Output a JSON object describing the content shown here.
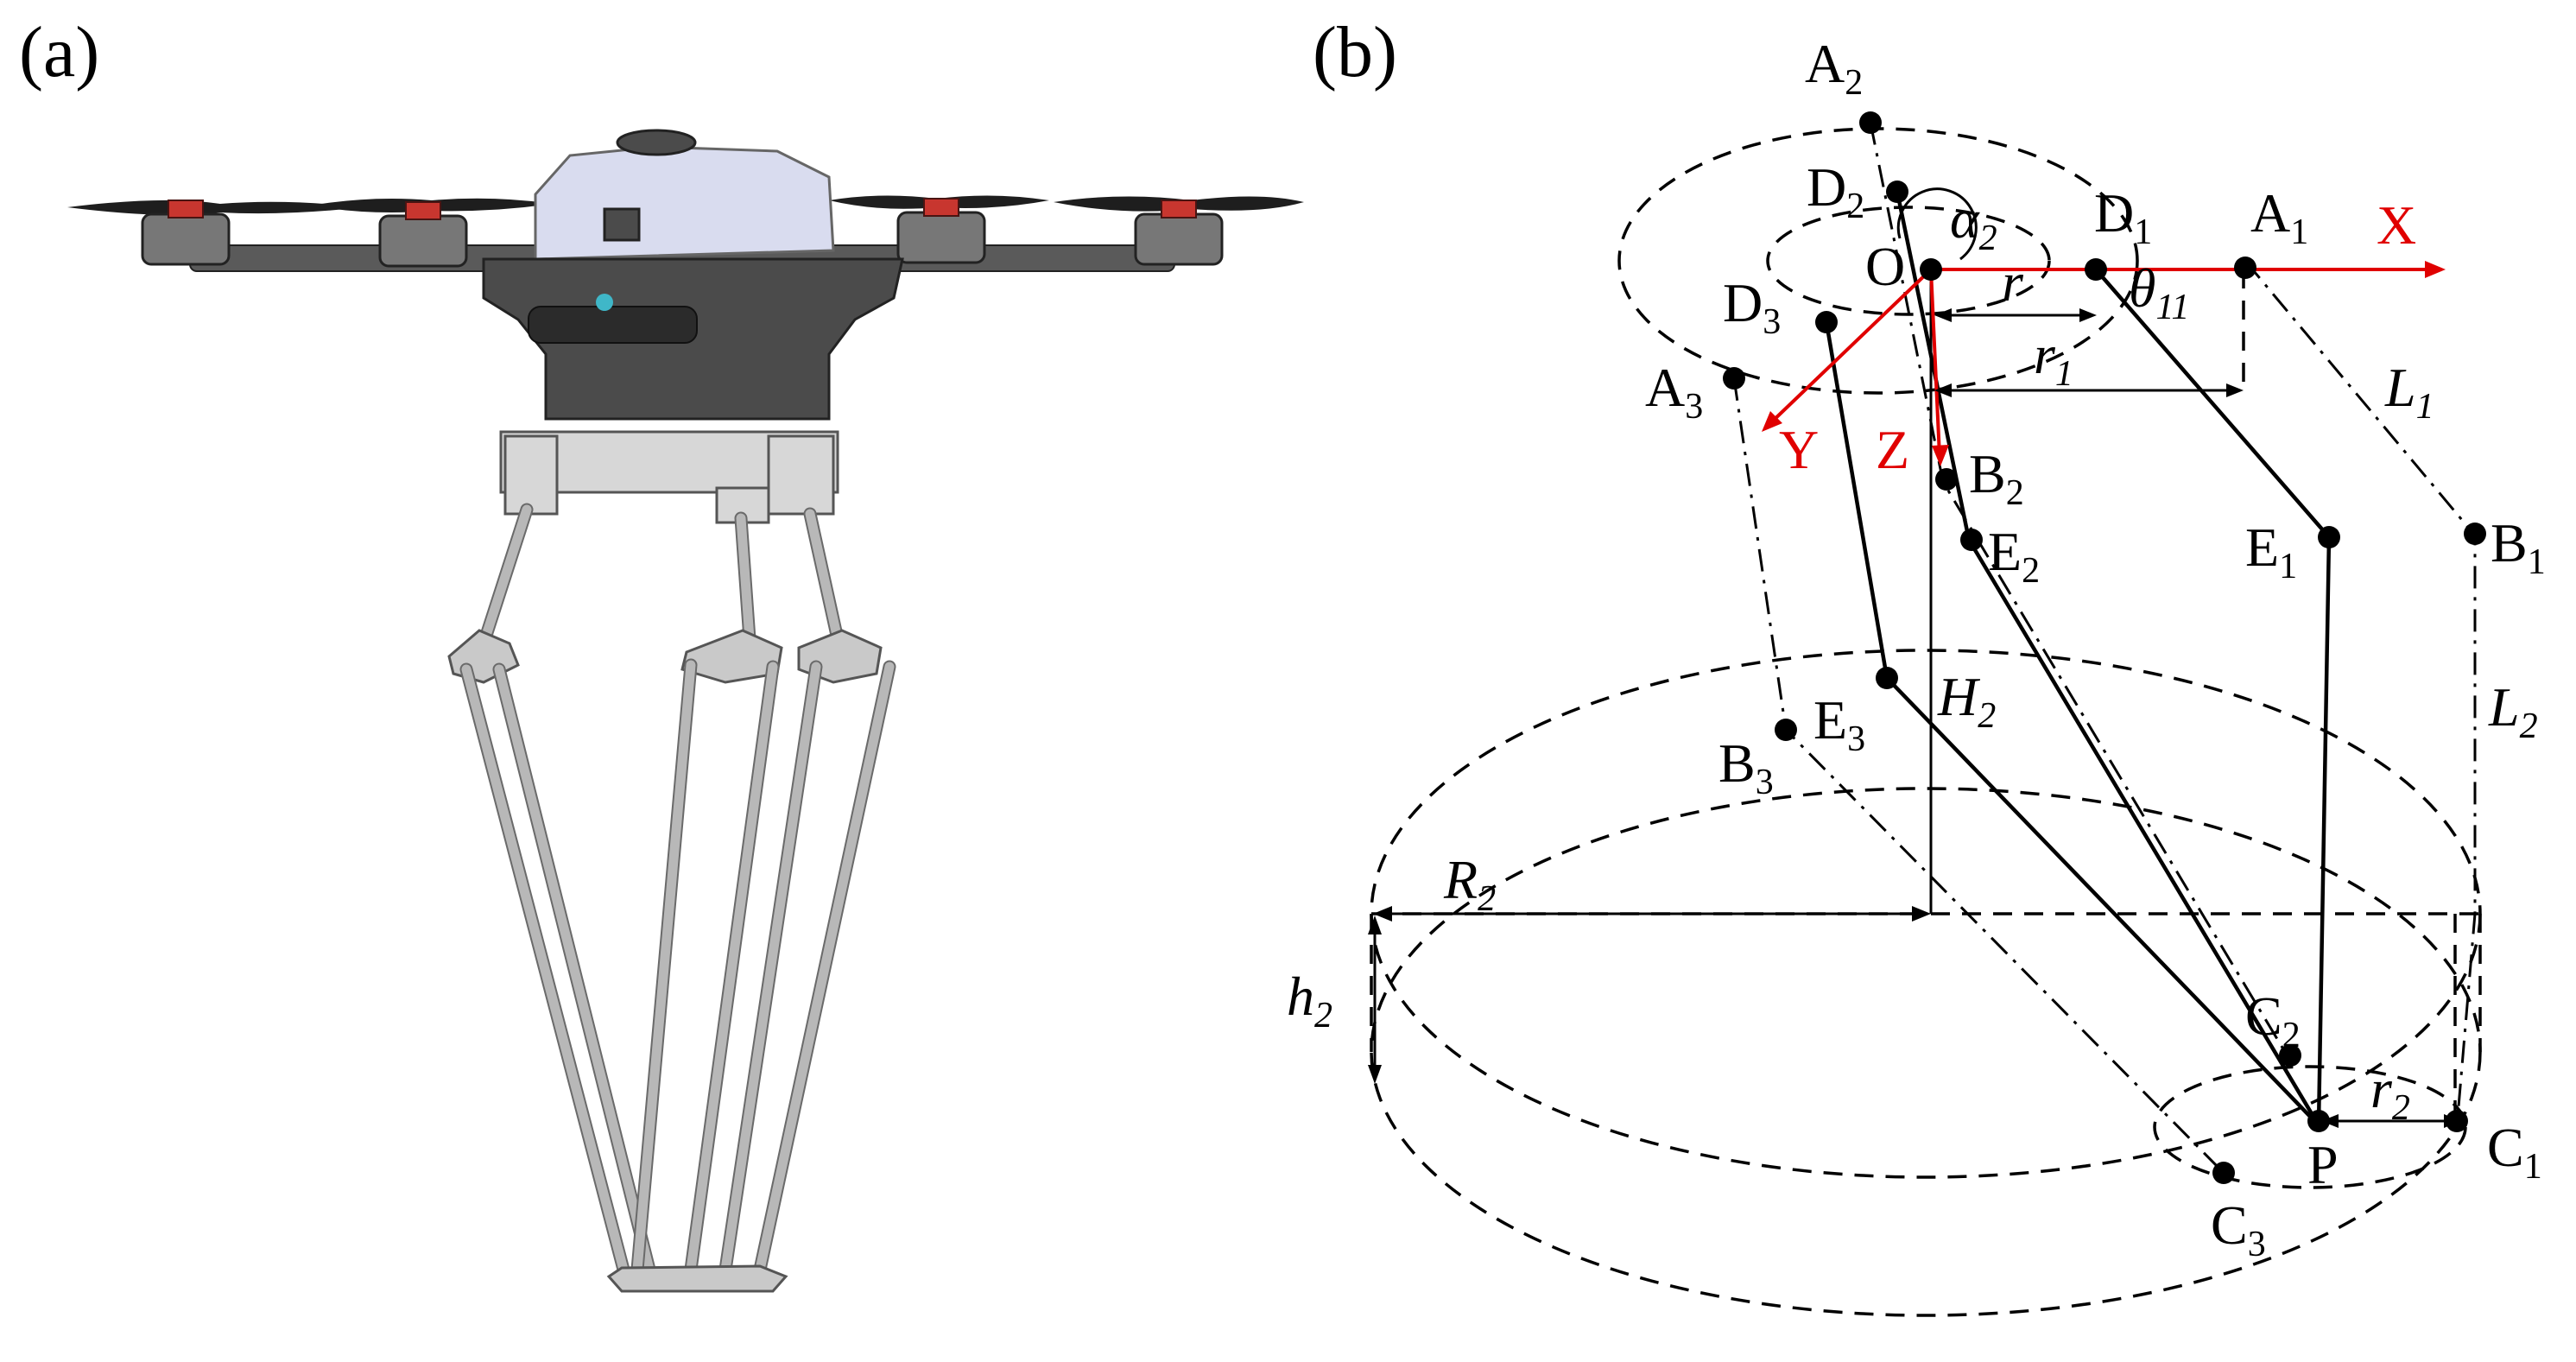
{
  "panels": {
    "a": {
      "label": "(a)",
      "image": "quadrotor-delta-manipulator-render"
    },
    "b": {
      "label": "(b)"
    }
  },
  "diagram": {
    "points": {
      "A1": {
        "letter": "A",
        "sub": "1"
      },
      "A2": {
        "letter": "A",
        "sub": "2"
      },
      "A3": {
        "letter": "A",
        "sub": "3"
      },
      "B1": {
        "letter": "B",
        "sub": "1"
      },
      "B2": {
        "letter": "B",
        "sub": "2"
      },
      "B3": {
        "letter": "B",
        "sub": "3"
      },
      "C1": {
        "letter": "C",
        "sub": "1"
      },
      "C2": {
        "letter": "C",
        "sub": "2"
      },
      "C3": {
        "letter": "C",
        "sub": "3"
      },
      "D1": {
        "letter": "D",
        "sub": "1"
      },
      "D2": {
        "letter": "D",
        "sub": "2"
      },
      "D3": {
        "letter": "D",
        "sub": "3"
      },
      "E1": {
        "letter": "E",
        "sub": "1"
      },
      "E2": {
        "letter": "E",
        "sub": "2"
      },
      "E3": {
        "letter": "E",
        "sub": "3"
      },
      "O": {
        "letter": "O"
      },
      "P": {
        "letter": "P"
      }
    },
    "axes": {
      "x": "X",
      "y": "Y",
      "z": "Z",
      "color": "#e00000"
    },
    "dimensions": {
      "r": {
        "symbol": "r"
      },
      "r1": {
        "symbol": "r",
        "sub": "1"
      },
      "r2": {
        "symbol": "r",
        "sub": "2"
      },
      "R2": {
        "symbol": "R",
        "sub": "2"
      },
      "h2": {
        "symbol": "h",
        "sub": "2"
      },
      "H2": {
        "symbol": "H",
        "sub": "2"
      },
      "L1": {
        "symbol": "L",
        "sub": "1"
      },
      "L2": {
        "symbol": "L",
        "sub": "2"
      },
      "alpha2": {
        "symbol": "α",
        "sub": "2"
      },
      "theta11": {
        "symbol": "θ",
        "sub": "11"
      }
    }
  }
}
